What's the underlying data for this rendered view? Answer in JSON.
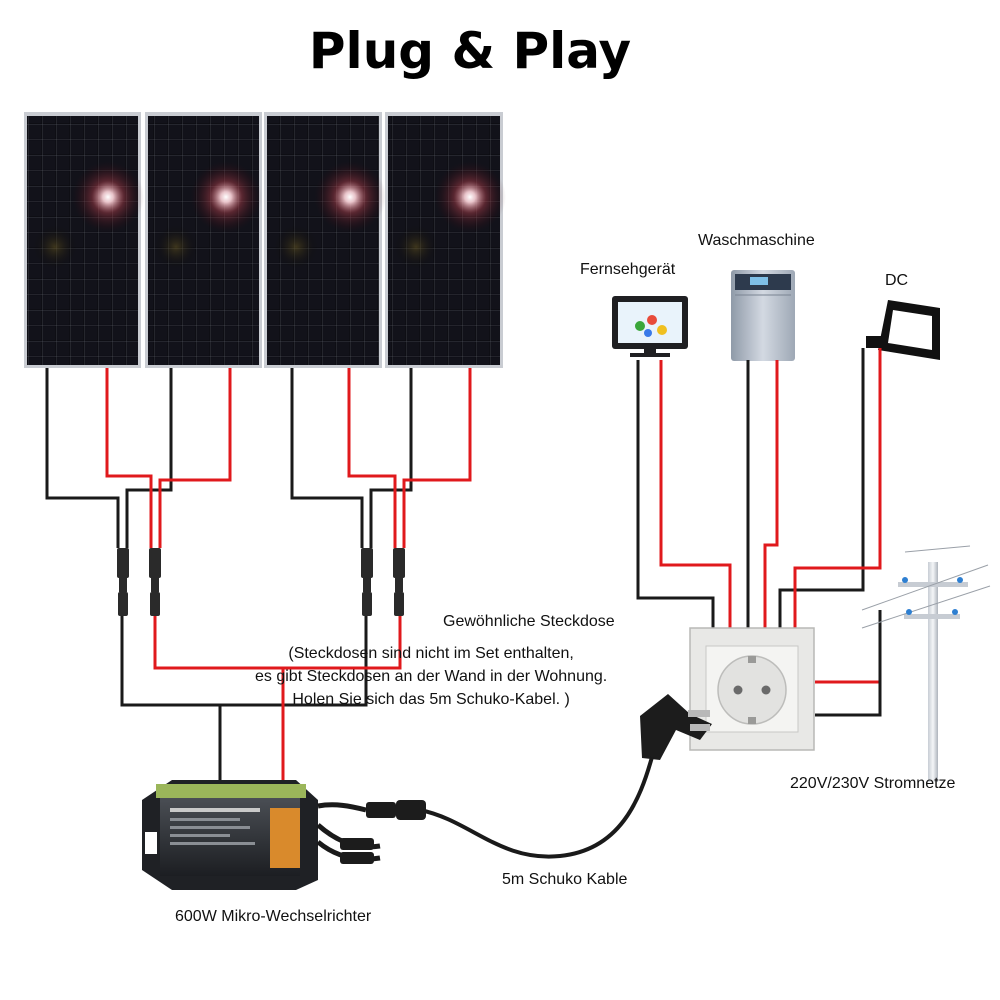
{
  "title": "Plug & Play",
  "labels": {
    "tv": "Fernsehgerät",
    "washer": "Waschmaschine",
    "dc": "DC",
    "socket_title": "Gewöhnliche Steckdose",
    "socket_note_line1": "(Steckdosen sind nicht im Set enthalten,",
    "socket_note_line2": "es gibt Steckdosen an der Wand in der Wohnung.",
    "socket_note_line3": "Holen Sie sich das 5m Schuko-Kabel. )",
    "grid": "220V/230V Stromnetze",
    "cable": "5m Schuko Kable",
    "inverter": "600W Mikro-Wechselrichter"
  },
  "colors": {
    "positive_wire": "#e0191c",
    "negative_wire": "#1a1a1a",
    "panel_cell": "#0c0c12",
    "panel_frame": "#c9ccd2"
  },
  "panels": [
    {
      "name": "solar-panel-1"
    },
    {
      "name": "solar-panel-2"
    },
    {
      "name": "solar-panel-3"
    },
    {
      "name": "solar-panel-4"
    }
  ]
}
